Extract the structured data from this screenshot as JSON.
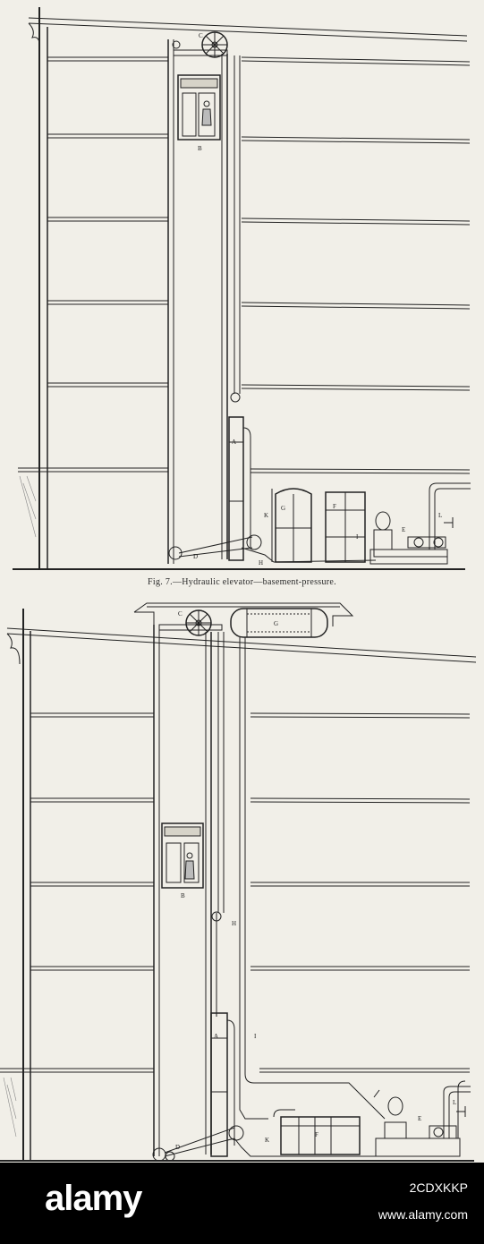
{
  "caption": "Fig. 7.—Hydraulic elevator—basement-pressure.",
  "footer": {
    "logo": "alamy",
    "image_id": "2CDXKKP",
    "url": "www.alamy.com"
  },
  "labels_top": {
    "C": "C",
    "B": "B",
    "A": "A",
    "D": "D",
    "H": "H",
    "K": "K",
    "G": "G",
    "F": "F",
    "I": "I",
    "E": "E",
    "L": "L"
  },
  "labels_bottom": {
    "C": "C",
    "G": "G",
    "B": "B",
    "H": "H",
    "A": "A",
    "I": "I",
    "D": "D",
    "K": "K",
    "F": "F",
    "E": "E",
    "L": "L"
  },
  "colors": {
    "paper": "#f1efe8",
    "ink": "#222222",
    "footer": "#000000"
  }
}
